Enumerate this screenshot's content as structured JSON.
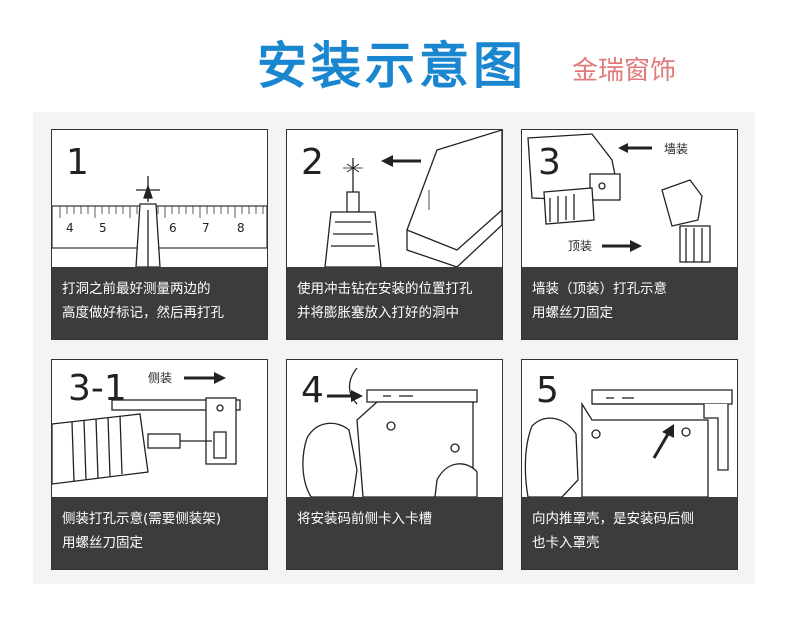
{
  "header": {
    "title": "安装示意图",
    "brand": "金瑞窗饰"
  },
  "steps": [
    {
      "number": "1",
      "line1": "打洞之前最好测量两边的",
      "line2": "高度做好标记，然后再打孔",
      "ruler": [
        "4",
        "5",
        "6",
        "7",
        "8"
      ]
    },
    {
      "number": "2",
      "line1": "使用冲击钻在安装的位置打孔",
      "line2": "并将膨胀塞放入打好的洞中"
    },
    {
      "number": "3",
      "line1": "墙装（顶装）打孔示意",
      "line2": "用螺丝刀固定",
      "label_wall": "墙装",
      "label_top": "顶装"
    },
    {
      "number": "3-1",
      "line1": "侧装打孔示意(需要侧装架)",
      "line2": "用螺丝刀固定",
      "label_side": "侧装"
    },
    {
      "number": "4",
      "line1": "将安装码前侧卡入卡槽",
      "line2": ""
    },
    {
      "number": "5",
      "line1": "向内推罩壳，是安装码后侧",
      "line2": "也卡入罩壳"
    }
  ]
}
